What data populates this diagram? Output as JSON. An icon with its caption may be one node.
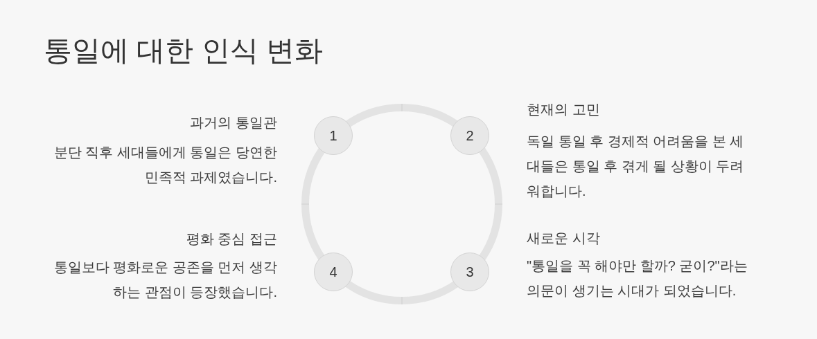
{
  "diagram": {
    "title": "통일에 대한 인식 변화",
    "nodes": [
      {
        "text": [
          "1"
        ],
        "beside": [
          "과거의 통일관",
          "분단 직후 세대들에게 통일은 당연한 민족적 과제였습니다."
        ]
      },
      {
        "text": [
          "2"
        ],
        "beside": [
          "현재의 고민",
          "독일 통일 후 경제적 어려움을 본 세대들은 통일 후 겪게 될 상황이 두려워합니다."
        ]
      },
      {
        "text": [
          "3"
        ],
        "beside": [
          "새로운 시각",
          "\"통일을 꼭 해야만 할까? 굳이?\"라는 의문이 생기는 시대가 되었습니다."
        ]
      },
      {
        "text": [
          "4"
        ],
        "beside": [
          "평화 중심 접근",
          "통일보다 평화로운 공존을 먼저 생각하는 관점이 등장했습니다."
        ]
      }
    ],
    "edges": [
      {
        "from": 0,
        "to": 1,
        "arrow": "none"
      },
      {
        "from": 1,
        "to": 2,
        "arrow": "none"
      },
      {
        "from": 2,
        "to": 3,
        "arrow": "none"
      },
      {
        "from": 3,
        "to": 0,
        "arrow": "none"
      }
    ]
  }
}
